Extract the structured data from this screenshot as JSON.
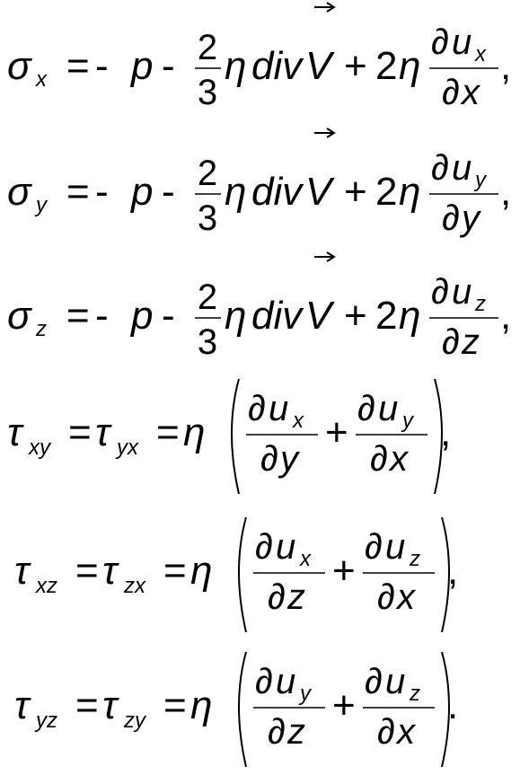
{
  "text_color": "#000000",
  "background": "#ffffff",
  "symbols": {
    "sigma": "σ",
    "tau": "τ",
    "eta": "η",
    "partial": "∂",
    "equals": "=",
    "minus": "-",
    "plus": "+",
    "two": "2",
    "three": "3",
    "p": "p",
    "u": "u",
    "div_text": "div",
    "vector_letter": "V",
    "comma": ",",
    "period": "."
  },
  "equations": [
    {
      "lhs_symbol": "σ",
      "lhs_sub": "x",
      "flow_component": "x",
      "derivative_var": "x",
      "end": ","
    },
    {
      "lhs_symbol": "σ",
      "lhs_sub": "y",
      "flow_component": "y",
      "derivative_var": "y",
      "end": ","
    },
    {
      "lhs_symbol": "σ",
      "lhs_sub": "z",
      "flow_component": "z",
      "derivative_var": "z",
      "end": ","
    },
    {
      "lhs_symbol": "τ",
      "lhs_sub": "xy",
      "mid_sub": "yx",
      "term1": {
        "num_sub": "x",
        "den": "y"
      },
      "term2": {
        "num_sub": "y",
        "den": "x"
      },
      "end": ","
    },
    {
      "lhs_symbol": "τ",
      "lhs_sub": "xz",
      "mid_sub": "zx",
      "term1": {
        "num_sub": "x",
        "den": "z"
      },
      "term2": {
        "num_sub": "z",
        "den": "x"
      },
      "end": ","
    },
    {
      "lhs_symbol": "τ",
      "lhs_sub": "yz",
      "mid_sub": "zy",
      "term1": {
        "num_sub": "y",
        "den": "z"
      },
      "term2": {
        "num_sub": "z",
        "den": "x"
      },
      "end": "."
    }
  ]
}
